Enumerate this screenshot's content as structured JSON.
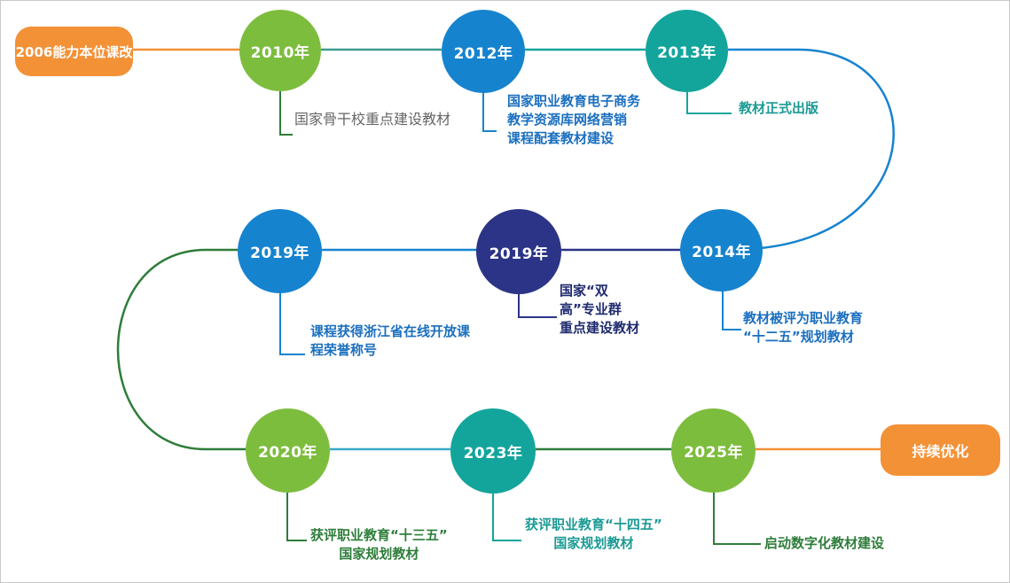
{
  "colors": {
    "orange": "#f39137",
    "green": "#7dbd3e",
    "blue": "#1683cf",
    "teal": "#13a59c",
    "navy": "#2b3486",
    "label_blue": "#1a6fbf",
    "label_teal": "#1b9a94",
    "label_green": "#2e7d3a",
    "label_navy": "#1f2a6e",
    "label_gray": "#666666"
  },
  "start": {
    "label": "2006能力本位课改"
  },
  "end": {
    "label": "持续优化"
  },
  "milestones": [
    {
      "year": "2010年",
      "lines": [
        "国家骨干校重点建设教材"
      ]
    },
    {
      "year": "2012年",
      "lines": [
        "国家职业教育电子商务",
        "教学资源库网络营销",
        "课程配套教材建设"
      ]
    },
    {
      "year": "2013年",
      "lines": [
        "教材正式出版"
      ]
    },
    {
      "year": "2014年",
      "lines": [
        "教材被评为职业教育",
        "“十二五”规划教材"
      ]
    },
    {
      "year": "2019年",
      "lines": [
        "国家“双",
        "高”专业群",
        "重点建设教材"
      ]
    },
    {
      "year": "2019年",
      "lines": [
        "课程获得浙江省在线开放课",
        "程荣誉称号"
      ]
    },
    {
      "year": "2020年",
      "lines": [
        "获评职业教育“十三五”",
        "国家规划教材"
      ]
    },
    {
      "year": "2023年",
      "lines": [
        "获评职业教育“十四五”",
        "国家规划教材"
      ]
    },
    {
      "year": "2025年",
      "lines": [
        "启动数字化教材建设"
      ]
    }
  ]
}
